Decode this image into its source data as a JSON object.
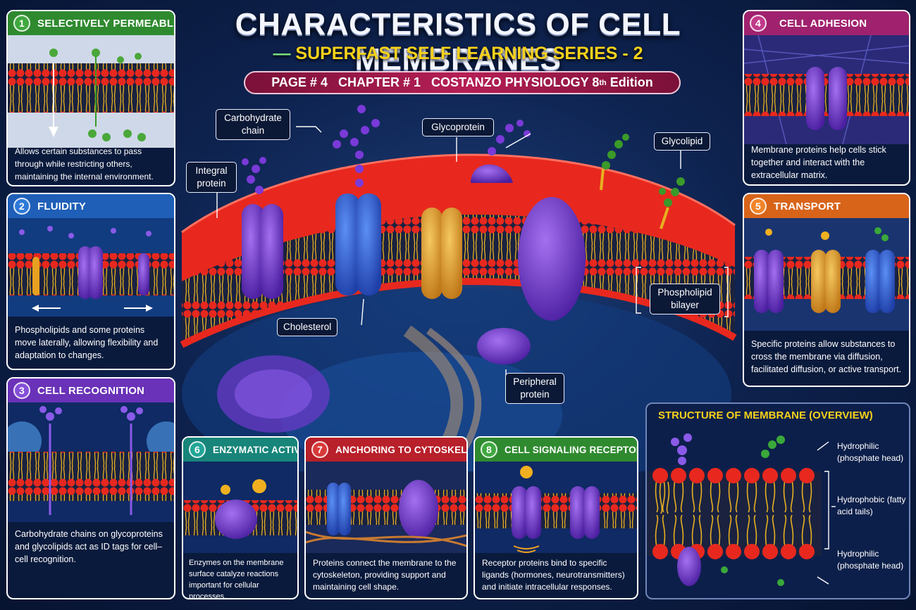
{
  "title": "CHARACTERISTICS OF CELL MEMBRANES",
  "subtitle": "SUPERFAST SELF LEARNING SERIES - 2",
  "badge": {
    "main": "PAGE # 4   CHAPTER # 1   COSTANZO PHYSIOLOGY 8",
    "sup": "th",
    "suffix": " Edition"
  },
  "colors": {
    "green": "#2f8a2f",
    "blue": "#1f5fb8",
    "purple": "#6a32b8",
    "magenta": "#a0226e",
    "orange": "#d8641a",
    "teal": "#17857a",
    "red": "#b8202a",
    "lipid_head": "#e8281e",
    "tail": "#e8b020"
  },
  "panels": [
    {
      "num": "1",
      "title": "SELECTIVELY PERMEABLE",
      "text": "Allows certain substances to pass through while restricting others, maintaining the internal environment."
    },
    {
      "num": "2",
      "title": "FLUIDITY",
      "text": "Phospholipids and some proteins move laterally, allowing flexibility and adaptation to changes."
    },
    {
      "num": "3",
      "title": "CELL RECOGNITION",
      "text": "Carbohydrate chains on glycoproteins and glycolipids act as ID tags for cell–cell recognition."
    },
    {
      "num": "4",
      "title": "CELL ADHESION",
      "text": "Membrane proteins help cells stick together and interact with the extracellular matrix."
    },
    {
      "num": "5",
      "title": "TRANSPORT",
      "text": "Specific proteins allow substances to cross the membrane via diffusion, facilitated diffusion, or active transport."
    },
    {
      "num": "6",
      "title": "ENZYMATIC ACTIVITY",
      "text": "Enzymes on the membrane surface catalyze reactions important for cellular processes."
    },
    {
      "num": "7",
      "title": "ANCHORING TO CYTOSKELETON",
      "text": "Proteins connect the membrane to the cytoskeleton, providing support and maintaining cell shape."
    },
    {
      "num": "8",
      "title": "CELL SIGNALING RECEPTORS",
      "text": "Receptor proteins bind to specific ligands (hormones, neurotransmitters) and initiate intracellular responses."
    }
  ],
  "callouts": {
    "carbohydrate": "Carbohydrate chain",
    "glycoprotein": "Glycoprotein",
    "glycolipid": "Glycolipid",
    "integral": "Integral protein",
    "phospholipid": "Phospholipid bilayer",
    "cholesterol": "Cholesterol",
    "peripheral": "Peripheral protein"
  },
  "overview": {
    "title": "STRUCTURE OF MEMBRANE (OVERVIEW)",
    "labels": [
      "Hydrophilic (phosphate head)",
      "Hydrophobic (fatty acid tails)",
      "Hydrophilic (phosphate head)"
    ]
  },
  "icons": [
    "arrow-down-icon",
    "double-arrow-left-icon",
    "double-arrow-right-icon"
  ]
}
